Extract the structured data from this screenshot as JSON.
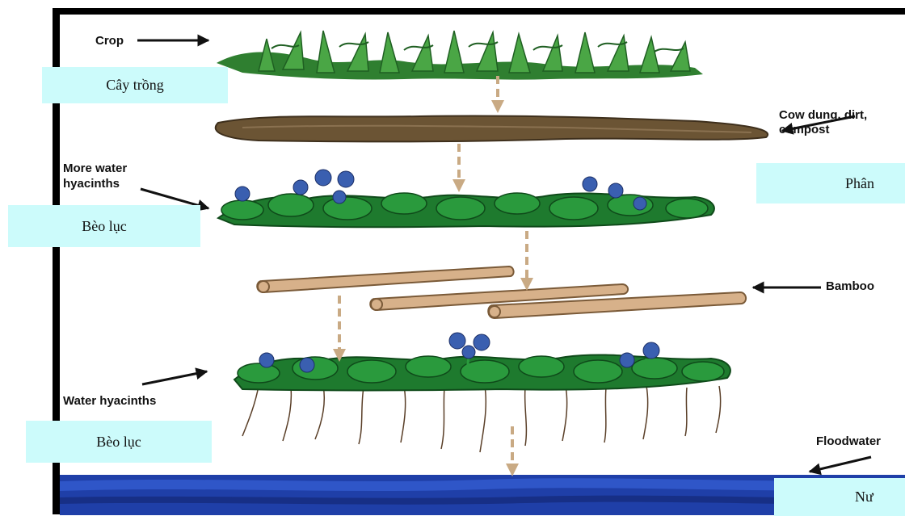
{
  "labels": {
    "crop": "Crop",
    "cow_dung_line1": "Cow dung, dirt,",
    "cow_dung_line2": "compost",
    "more_hyacinths_line1": "More water",
    "more_hyacinths_line2": "hyacinths",
    "bamboo": "Bamboo",
    "water_hyacinths": "Water hyacinths",
    "floodwater": "Floodwater"
  },
  "translations": {
    "crop_vi": "Cây trồng",
    "fertilizer_vi": "Phân",
    "hyacinth_top_vi": "Bèo lục",
    "hyacinth_bottom_vi": "Bèo lục",
    "water_vi": "Nư"
  },
  "colors": {
    "crop_green": "#3f9a3a",
    "crop_dark": "#1f5f22",
    "dung_brown": "#6b5434",
    "hyacinth_green": "#1e7a2e",
    "hyacinth_dark": "#0f4a1a",
    "flower_blue": "#3a5fb0",
    "bamboo_tan": "#d7b18a",
    "arrow_tan": "#c9aa84",
    "water_blue": "#1f3fa8",
    "label_box": "#ccfbfb"
  }
}
